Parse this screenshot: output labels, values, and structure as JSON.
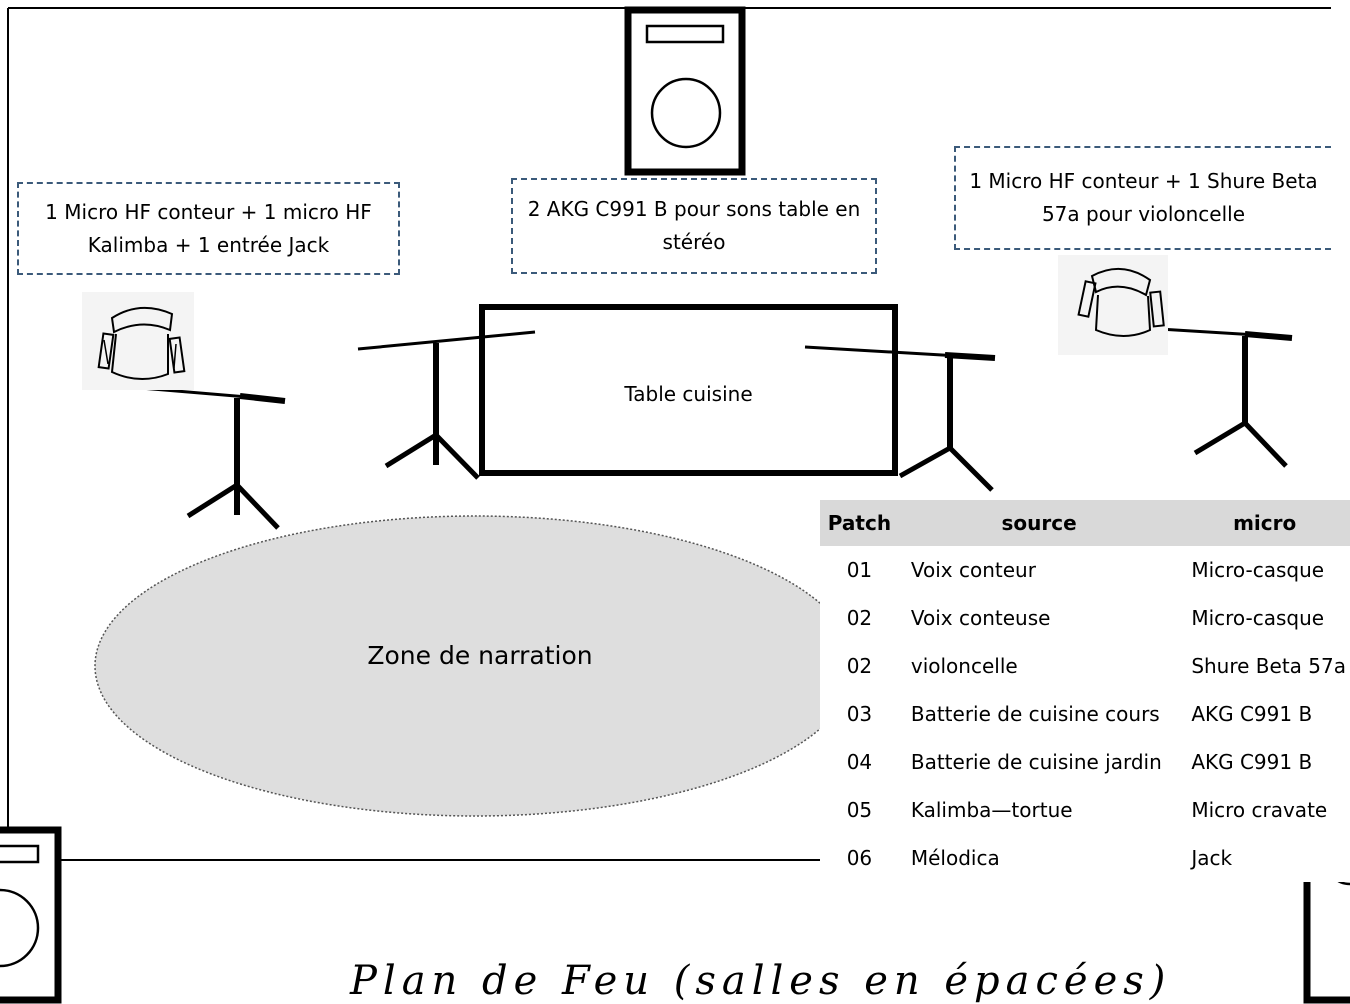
{
  "notes": {
    "left": "1 Micro HF conteur + 1 micro HF Kalimba + 1 entrée Jack",
    "center": "2 AKG C991 B pour sons table en stéréo",
    "right": "1 Micro HF conteur + 1 Shure Beta 57a pour violoncelle"
  },
  "table_label": "Table cuisine",
  "zone_label": "Zone de narration",
  "patch": {
    "headers": [
      "Patch",
      "source",
      "micro"
    ],
    "rows": [
      {
        "patch": "01",
        "source": "Voix conteur",
        "micro": "Micro-casque"
      },
      {
        "patch": "02",
        "source": "Voix conteuse",
        "micro": "Micro-casque"
      },
      {
        "patch": "02",
        "source": "violoncelle",
        "micro": "Shure Beta 57a"
      },
      {
        "patch": "03",
        "source": "Batterie de cuisine cours",
        "micro": "AKG C991 B"
      },
      {
        "patch": "04",
        "source": "Batterie de cuisine jardin",
        "micro": "AKG C991 B"
      },
      {
        "patch": "05",
        "source": "Kalimba—tortue",
        "micro": "Micro cravate"
      },
      {
        "patch": "06",
        "source": "Mélodica",
        "micro": "Jack"
      }
    ]
  },
  "plan_title": "Plan de Feu (salles en épacées)"
}
